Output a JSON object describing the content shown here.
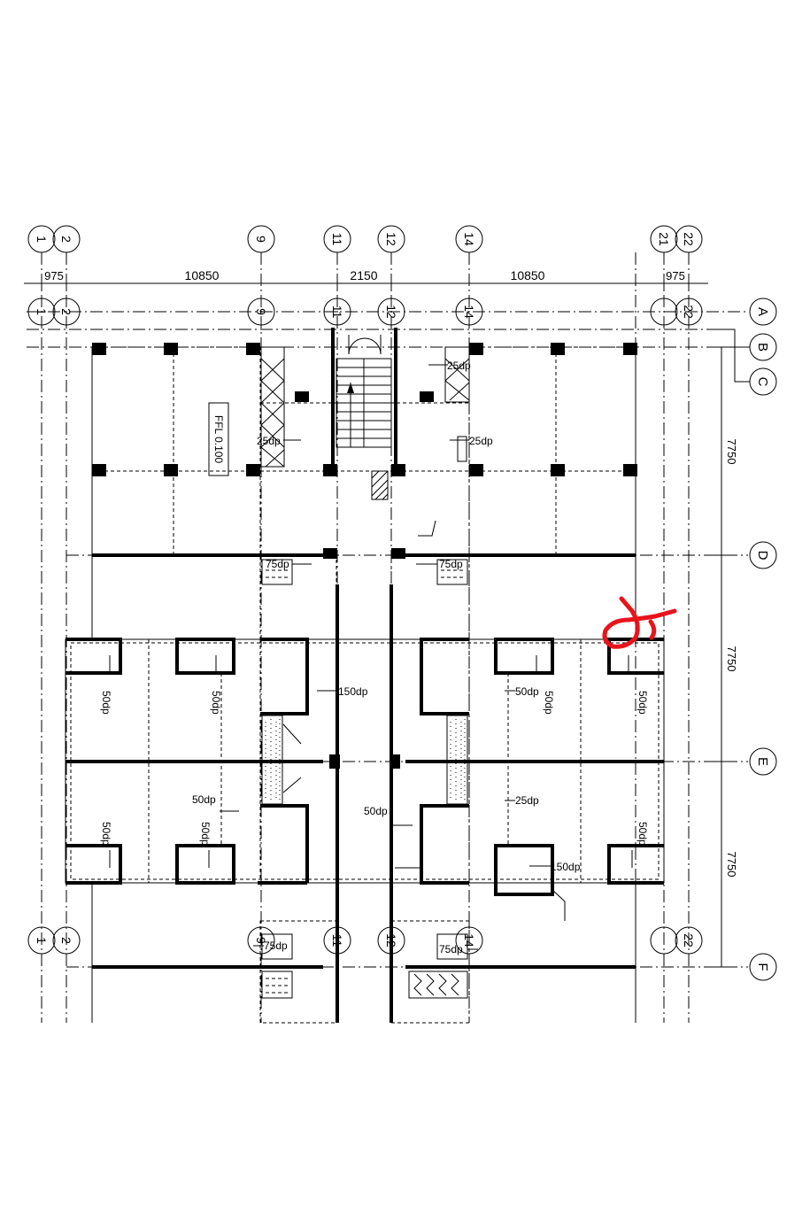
{
  "grid_top": [
    "1",
    "2",
    "9",
    "11",
    "12",
    "14",
    "21",
    "22"
  ],
  "grid_mid": [
    "1",
    "2",
    "9",
    "11",
    "12",
    "14",
    "22"
  ],
  "grid_lower": [
    "1",
    "2",
    "9",
    "11",
    "12",
    "14",
    "22"
  ],
  "grid_rows": [
    "A",
    "B",
    "C",
    "D",
    "E",
    "F"
  ],
  "dims_top": [
    "975",
    "10850",
    "2150",
    "10850",
    "975"
  ],
  "dims_right": [
    "7750",
    "7750",
    "7750"
  ],
  "level_label": "FFL 0.100",
  "drains": {
    "d25_a": "25dp",
    "d25_b": "25dp",
    "d25_c": "25dp",
    "d25_d": "25dp",
    "d75_a": "75dp",
    "d75_b": "75dp",
    "d75_c": "75dp",
    "d75_d": "75dp",
    "d50_a": "50dp",
    "d50_b": "50dp",
    "d50_c": "50dp",
    "d50_d": "50dp",
    "d50_e": "50dp",
    "d50_f": "50dp",
    "d50_g": "50dp",
    "d50_h": "50dp",
    "d50_i": "50dp",
    "d50_j": "50dp",
    "d150": "150dp",
    "d150b": "150dp"
  },
  "annotation_color": "#e8141c"
}
